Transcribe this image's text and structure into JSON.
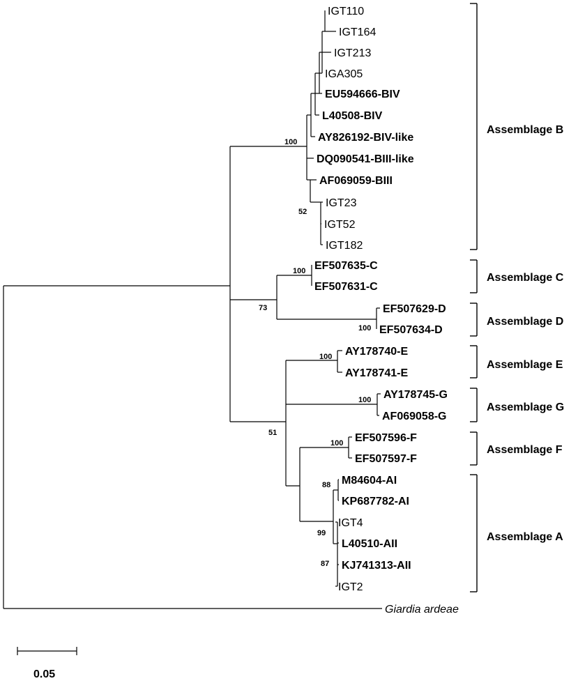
{
  "tree": {
    "taxa": [
      {
        "id": "igt110",
        "label": "IGT110",
        "bold": false
      },
      {
        "id": "igt164",
        "label": "IGT164",
        "bold": false
      },
      {
        "id": "igt213",
        "label": "IGT213",
        "bold": false
      },
      {
        "id": "iga305",
        "label": "IGA305",
        "bold": false
      },
      {
        "id": "eu594666",
        "label": "EU594666-BIV",
        "bold": true
      },
      {
        "id": "l40508",
        "label": "L40508-BIV",
        "bold": true
      },
      {
        "id": "ay826192",
        "label": "AY826192-BIV-like",
        "bold": true
      },
      {
        "id": "dq090541",
        "label": "DQ090541-BIII-like",
        "bold": true
      },
      {
        "id": "af069059",
        "label": "AF069059-BIII",
        "bold": true
      },
      {
        "id": "igt23",
        "label": "IGT23",
        "bold": false
      },
      {
        "id": "igt52",
        "label": "IGT52",
        "bold": false
      },
      {
        "id": "igt182",
        "label": "IGT182",
        "bold": false
      },
      {
        "id": "ef507635",
        "label": "EF507635-C",
        "bold": true
      },
      {
        "id": "ef507631",
        "label": "EF507631-C",
        "bold": true
      },
      {
        "id": "ef507629",
        "label": "EF507629-D",
        "bold": true
      },
      {
        "id": "ef507634",
        "label": "EF507634-D",
        "bold": true
      },
      {
        "id": "ay178740",
        "label": "AY178740-E",
        "bold": true
      },
      {
        "id": "ay178741",
        "label": "AY178741-E",
        "bold": true
      },
      {
        "id": "ay178745",
        "label": "AY178745-G",
        "bold": true
      },
      {
        "id": "af069058",
        "label": "AF069058-G",
        "bold": true
      },
      {
        "id": "ef507596",
        "label": "EF507596-F",
        "bold": true
      },
      {
        "id": "ef507597",
        "label": "EF507597-F",
        "bold": true
      },
      {
        "id": "m84604",
        "label": "M84604-AI",
        "bold": true
      },
      {
        "id": "kp687782",
        "label": "KP687782-AI",
        "bold": true
      },
      {
        "id": "igt4",
        "label": "IGT4",
        "bold": false
      },
      {
        "id": "l40510",
        "label": "L40510-AII",
        "bold": true
      },
      {
        "id": "kj741313",
        "label": "KJ741313-AII",
        "bold": true
      },
      {
        "id": "igt2",
        "label": "IGT2",
        "bold": false
      },
      {
        "id": "g_ardeae",
        "label": "Giardia ardeae",
        "bold": false,
        "italic": true
      }
    ],
    "bootstrap": [
      {
        "id": "bs-assemblage-b",
        "value": "100"
      },
      {
        "id": "bs-b-subclade",
        "value": "52"
      },
      {
        "id": "bs-assemblage-c",
        "value": "100"
      },
      {
        "id": "bs-cd",
        "value": "73"
      },
      {
        "id": "bs-assemblage-d",
        "value": "100"
      },
      {
        "id": "bs-assemblage-e",
        "value": "100"
      },
      {
        "id": "bs-assemblage-g",
        "value": "100"
      },
      {
        "id": "bs-egfa",
        "value": "51"
      },
      {
        "id": "bs-assemblage-f",
        "value": "100"
      },
      {
        "id": "bs-ai",
        "value": "88"
      },
      {
        "id": "bs-assemblage-a",
        "value": "99"
      },
      {
        "id": "bs-aii",
        "value": "87"
      }
    ],
    "assemblages": [
      {
        "id": "assemblage-b",
        "label": "Assemblage B"
      },
      {
        "id": "assemblage-c",
        "label": "Assemblage C"
      },
      {
        "id": "assemblage-d",
        "label": "Assemblage D"
      },
      {
        "id": "assemblage-e",
        "label": "Assemblage E"
      },
      {
        "id": "assemblage-g",
        "label": "Assemblage G"
      },
      {
        "id": "assemblage-f",
        "label": "Assemblage F"
      },
      {
        "id": "assemblage-a",
        "label": "Assemblage A"
      }
    ],
    "scale_bar": {
      "label": "0.05",
      "substitutions_per_site": 0.05
    }
  }
}
